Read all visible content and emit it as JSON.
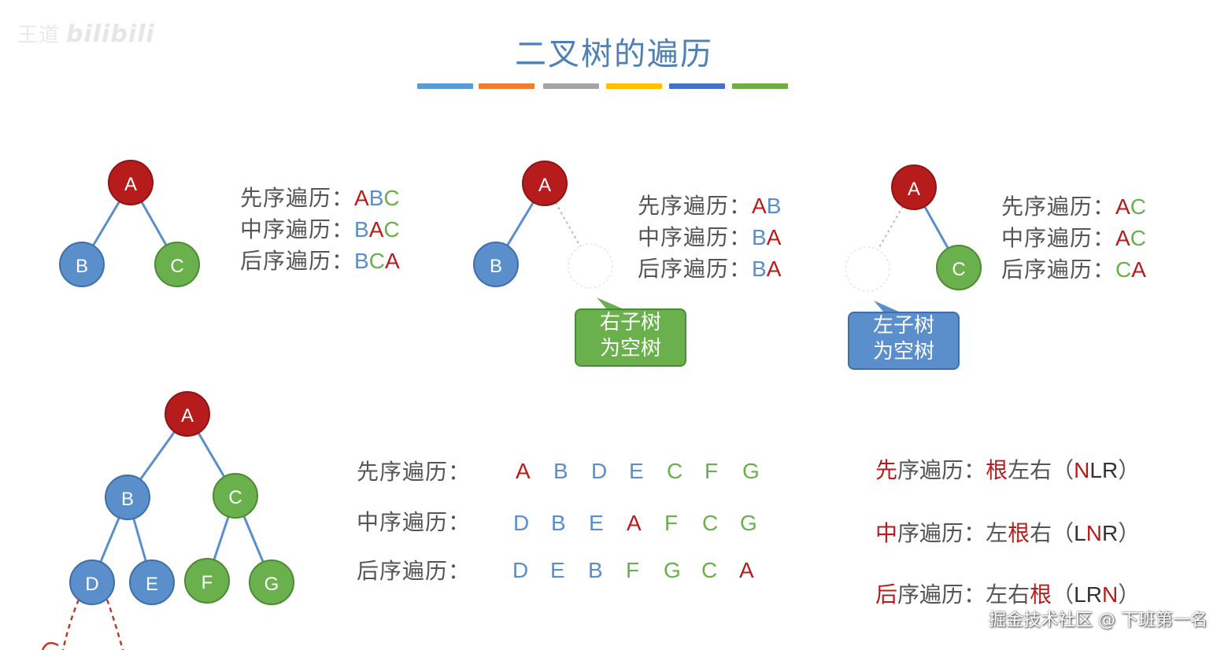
{
  "watermark": {
    "text": "王道",
    "logo": "bilibili"
  },
  "title": "二叉树的遍历",
  "colors": {
    "root": "#b71c1c",
    "left": "#5a8fcc",
    "right": "#6ab04c",
    "text": "#555555",
    "bars": [
      "#5b9bd5",
      "#ed7d31",
      "#a5a5a5",
      "#ffc000",
      "#4472c4",
      "#70ad47"
    ]
  },
  "tree1": {
    "nodes": {
      "a": "A",
      "b": "B",
      "c": "C"
    },
    "pre": {
      "label": "先序遍历：",
      "seq": [
        [
          "A",
          "root"
        ],
        [
          "B",
          "left"
        ],
        [
          "C",
          "right"
        ]
      ]
    },
    "in": {
      "label": "中序遍历：",
      "seq": [
        [
          "B",
          "left"
        ],
        [
          "A",
          "root"
        ],
        [
          "C",
          "right"
        ]
      ]
    },
    "post": {
      "label": "后序遍历：",
      "seq": [
        [
          "B",
          "left"
        ],
        [
          "C",
          "right"
        ],
        [
          "A",
          "root"
        ]
      ]
    }
  },
  "tree2": {
    "nodes": {
      "a": "A",
      "b": "B"
    },
    "bubble": [
      "右子树",
      "为空树"
    ],
    "pre": {
      "label": "先序遍历：",
      "seq": [
        [
          "A",
          "root"
        ],
        [
          "B",
          "left"
        ]
      ]
    },
    "in": {
      "label": "中序遍历：",
      "seq": [
        [
          "B",
          "left"
        ],
        [
          "A",
          "root"
        ]
      ]
    },
    "post": {
      "label": "后序遍历：",
      "seq": [
        [
          "B",
          "left"
        ],
        [
          "A",
          "root"
        ]
      ]
    }
  },
  "tree3": {
    "nodes": {
      "a": "A",
      "c": "C"
    },
    "bubble": [
      "左子树",
      "为空树"
    ],
    "pre": {
      "label": "先序遍历：",
      "seq": [
        [
          "A",
          "root"
        ],
        [
          "C",
          "right"
        ]
      ]
    },
    "in": {
      "label": "中序遍历：",
      "seq": [
        [
          "A",
          "root"
        ],
        [
          "C",
          "right"
        ]
      ]
    },
    "post": {
      "label": "后序遍历：",
      "seq": [
        [
          "C",
          "right"
        ],
        [
          "A",
          "root"
        ]
      ]
    }
  },
  "tree4": {
    "nodes": {
      "a": "A",
      "b": "B",
      "c": "C",
      "d": "D",
      "e": "E",
      "f": "F",
      "g": "G"
    },
    "pre": {
      "label": "先序遍历：",
      "seq": [
        [
          "A",
          "root"
        ],
        [
          "B",
          "left"
        ],
        [
          "D",
          "left"
        ],
        [
          "E",
          "left"
        ],
        [
          "C",
          "right"
        ],
        [
          "F",
          "right"
        ],
        [
          "G",
          "right"
        ]
      ]
    },
    "in": {
      "label": "中序遍历：",
      "seq": [
        [
          "D",
          "left"
        ],
        [
          "B",
          "left"
        ],
        [
          "E",
          "left"
        ],
        [
          "A",
          "root"
        ],
        [
          "F",
          "right"
        ],
        [
          "C",
          "right"
        ],
        [
          "G",
          "right"
        ]
      ]
    },
    "post": {
      "label": "后序遍历：",
      "seq": [
        [
          "D",
          "left"
        ],
        [
          "E",
          "left"
        ],
        [
          "B",
          "left"
        ],
        [
          "F",
          "right"
        ],
        [
          "G",
          "right"
        ],
        [
          "C",
          "right"
        ],
        [
          "A",
          "root"
        ]
      ]
    }
  },
  "rules": [
    {
      "label": "先序遍历：",
      "order": "根左右",
      "open": "（",
      "code": "NLR",
      "close": "）"
    },
    {
      "label": "中序遍历：",
      "order": "左根右",
      "open": "（",
      "code": "LNR",
      "close": "）"
    },
    {
      "label": "后序遍历：",
      "order": "左右根",
      "open": "（",
      "code": "LRN",
      "close": "）"
    }
  ],
  "credit": "掘金技术社区 @ 下班第一名"
}
